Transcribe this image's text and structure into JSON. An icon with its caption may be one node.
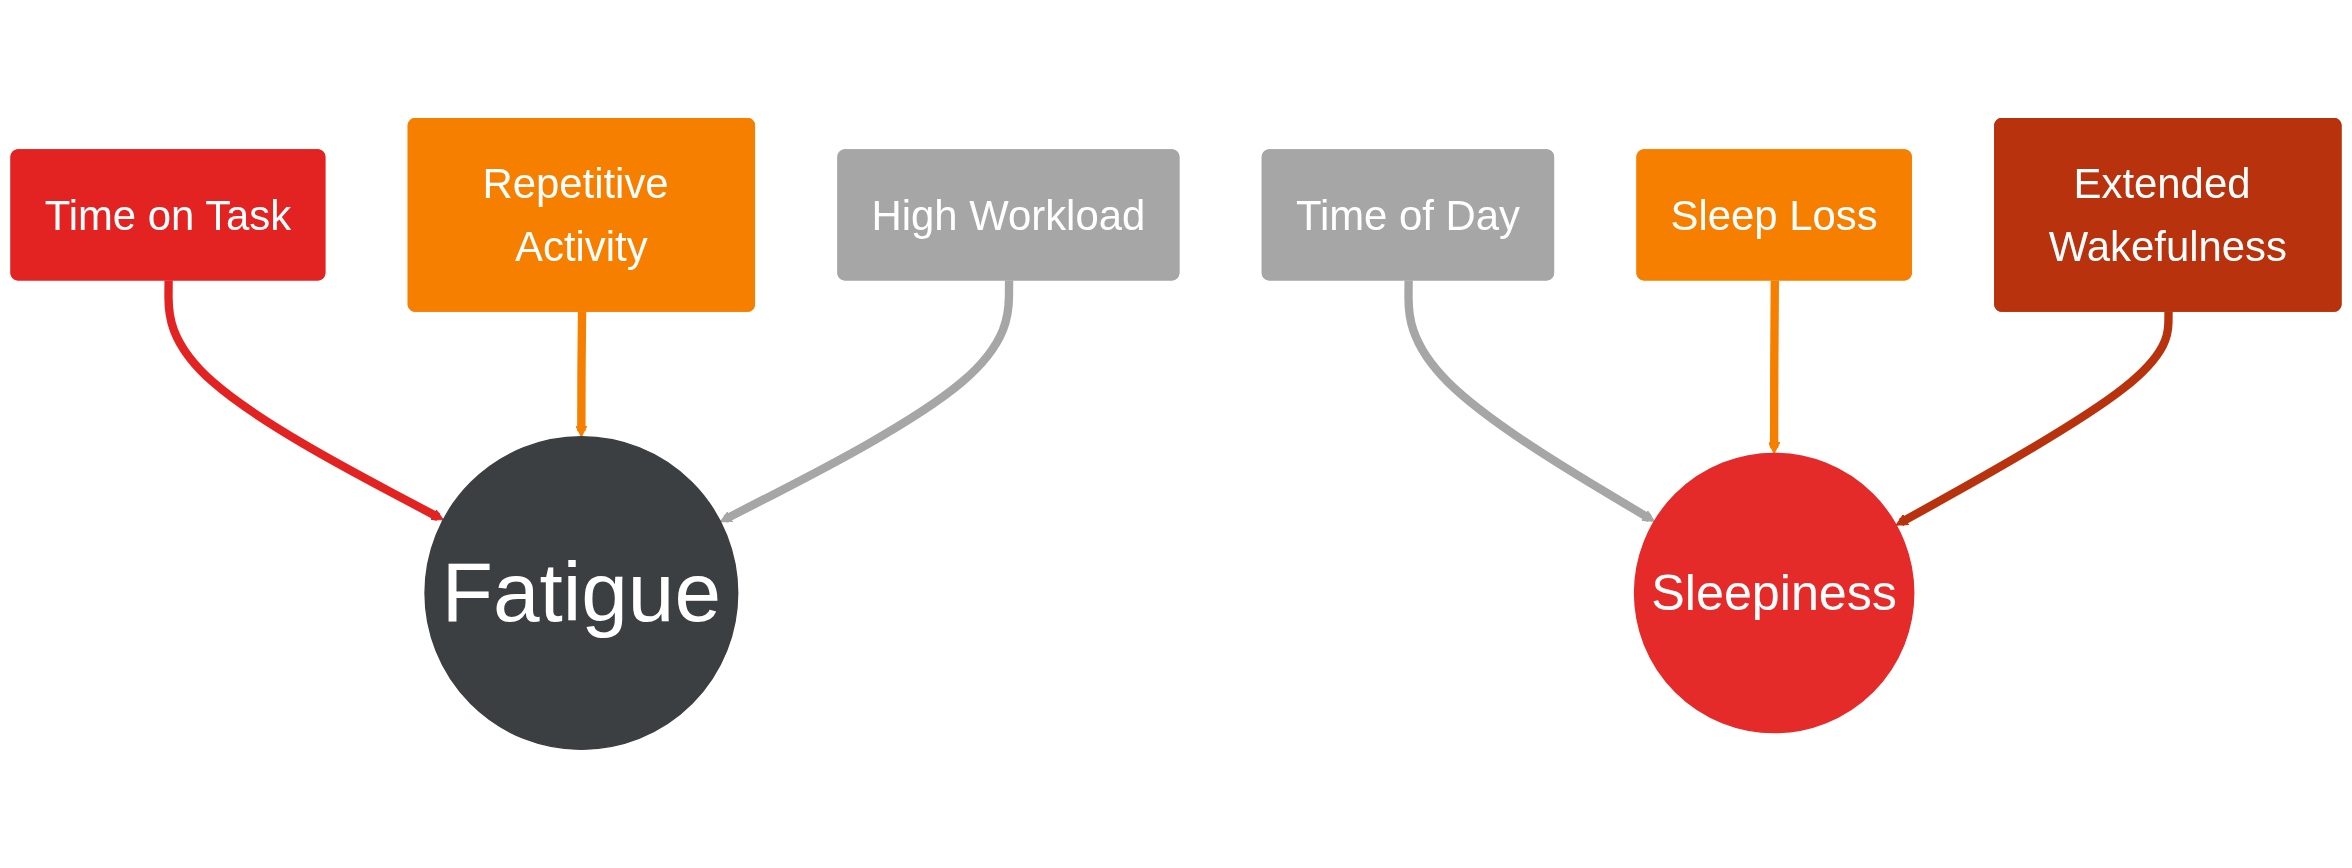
{
  "diagram": {
    "nodes": [
      {
        "text": [
          "Time on Task"
        ]
      },
      {
        "text": [
          "Repetitive Activity"
        ]
      },
      {
        "text": [
          "High Workload"
        ]
      },
      {
        "text": [
          "Fatigue"
        ]
      },
      {
        "text": [
          "Time of Day"
        ]
      },
      {
        "text": [
          "Sleep Loss"
        ]
      },
      {
        "text": [
          "Extended Wakefulness"
        ]
      },
      {
        "text": [
          "Sleepiness"
        ]
      }
    ],
    "edges": [
      {
        "from": 0,
        "to": 3,
        "arrow": "to",
        "color": "#e32322"
      },
      {
        "from": 1,
        "to": 3,
        "arrow": "to",
        "color": "#f77f00"
      },
      {
        "from": 2,
        "to": 3,
        "arrow": "to",
        "color": "#a6a6a6"
      },
      {
        "from": 4,
        "to": 7,
        "arrow": "to",
        "color": "#a6a6a6"
      },
      {
        "from": 5,
        "to": 7,
        "arrow": "to",
        "color": "#f77f00"
      },
      {
        "from": 6,
        "to": 7,
        "arrow": "to",
        "color": "#b8320d"
      }
    ]
  }
}
